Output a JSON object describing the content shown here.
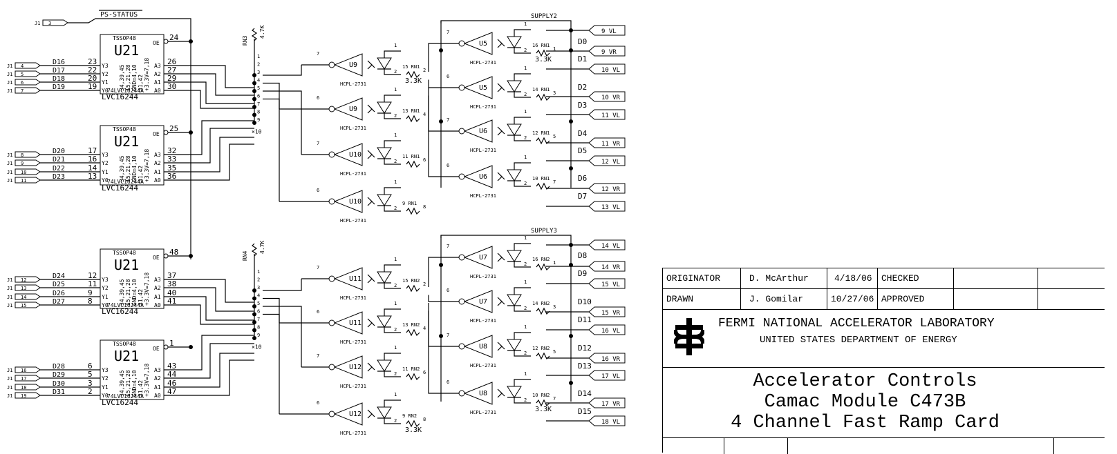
{
  "schematic": {
    "ps_status": "PS-STATUS",
    "j1_status_pin": "3",
    "connector": "J1",
    "supply_top": "SUPPLY2",
    "supply_bottom": "SUPPLY3",
    "rn3": {
      "ref": "RN3",
      "value": "4.7K"
    },
    "rn4": {
      "ref": "RN4",
      "value": "4.7K"
    },
    "buffers": [
      {
        "pkg": "TSSOP48",
        "ref": "U21",
        "part": "74LVC16244A",
        "part2": "LVC16244",
        "oe_pin": "24",
        "pwr": [
          "34,39,45",
          "15,21,28",
          "GND=4,10",
          "31,42",
          "+3.3V=7,18"
        ],
        "in_pins": [
          {
            "j1": "4",
            "sig": "D16",
            "pin": "23"
          },
          {
            "j1": "5",
            "sig": "D17",
            "pin": "22"
          },
          {
            "j1": "6",
            "sig": "D18",
            "pin": "20"
          },
          {
            "j1": "7",
            "sig": "D19",
            "pin": "19"
          }
        ],
        "out_pins": [
          "26",
          "27",
          "29",
          "30"
        ]
      },
      {
        "pkg": "TSSOP48",
        "ref": "U21",
        "part": "74LVC16244A",
        "part2": "LVC16244",
        "oe_pin": "25",
        "pwr": [
          "34,39,45",
          "15,21,28",
          "GND=4,10",
          "31,42",
          "+3.3V=7,18"
        ],
        "in_pins": [
          {
            "j1": "8",
            "sig": "D20",
            "pin": "17"
          },
          {
            "j1": "9",
            "sig": "D21",
            "pin": "16"
          },
          {
            "j1": "10",
            "sig": "D22",
            "pin": "14"
          },
          {
            "j1": "11",
            "sig": "D23",
            "pin": "13"
          }
        ],
        "out_pins": [
          "32",
          "33",
          "35",
          "36"
        ]
      },
      {
        "pkg": "TSSOP48",
        "ref": "U21",
        "part": "74LVC16244A",
        "part2": "LVC16244",
        "oe_pin": "48",
        "pwr": [
          "34,39,45",
          "15,21,28",
          "GND=4,10",
          "31,42",
          "+3.3V=7,18"
        ],
        "in_pins": [
          {
            "j1": "12",
            "sig": "D24",
            "pin": "12"
          },
          {
            "j1": "13",
            "sig": "D25",
            "pin": "11"
          },
          {
            "j1": "14",
            "sig": "D26",
            "pin": "9"
          },
          {
            "j1": "15",
            "sig": "D27",
            "pin": "8"
          }
        ],
        "out_pins": [
          "37",
          "38",
          "40",
          "41"
        ]
      },
      {
        "pkg": "TSSOP48",
        "ref": "U21",
        "part": "74LVC16244A",
        "part2": "LVC16244",
        "oe_pin": "1",
        "pwr": [
          "34,39,45",
          "15,21,28",
          "GND=4,10",
          "31,42",
          "+3.3V=7,18"
        ],
        "in_pins": [
          {
            "j1": "16",
            "sig": "D28",
            "pin": "6"
          },
          {
            "j1": "17",
            "sig": "D29",
            "pin": "5"
          },
          {
            "j1": "18",
            "sig": "D30",
            "pin": "3"
          },
          {
            "j1": "19",
            "sig": "D31",
            "pin": "2"
          }
        ],
        "out_pins": [
          "43",
          "44",
          "46",
          "47"
        ]
      }
    ],
    "oe_label": "OE",
    "port_labels": [
      "Y3",
      "Y2",
      "Y1",
      "Y0",
      "A3",
      "A2",
      "A1",
      "A0"
    ],
    "optos": [
      {
        "ref": "U9",
        "pin": "7",
        "rn": "15 RN1",
        "rnpin": "2",
        "val": "3.3K"
      },
      {
        "ref": "U9",
        "pin": "6",
        "rn": "13 RN1",
        "rnpin": "4",
        "val": ""
      },
      {
        "ref": "U10",
        "pin": "7",
        "rn": "11 RN1",
        "rnpin": "6",
        "val": ""
      },
      {
        "ref": "U10",
        "pin": "6",
        "rn": "9 RN1",
        "rnpin": "8",
        "val": ""
      },
      {
        "ref": "U11",
        "pin": "7",
        "rn": "15 RN2",
        "rnpin": "2",
        "val": ""
      },
      {
        "ref": "U11",
        "pin": "6",
        "rn": "13 RN2",
        "rnpin": "4",
        "val": ""
      },
      {
        "ref": "U12",
        "pin": "7",
        "rn": "11 RN2",
        "rnpin": "6",
        "val": ""
      },
      {
        "ref": "U12",
        "pin": "6",
        "rn": "9 RN2",
        "rnpin": "8",
        "val": "3.3K"
      }
    ],
    "optos_right": [
      {
        "ref": "U5",
        "pin": "7",
        "rn": "16 RN1",
        "rnpin": "1",
        "val": "3.3K"
      },
      {
        "ref": "U5",
        "pin": "6",
        "rn": "14 RN1",
        "rnpin": "3",
        "val": ""
      },
      {
        "ref": "U6",
        "pin": "7",
        "rn": "12 RN1",
        "rnpin": "5",
        "val": ""
      },
      {
        "ref": "U6",
        "pin": "6",
        "rn": "10 RN1",
        "rnpin": "7",
        "val": ""
      },
      {
        "ref": "U7",
        "pin": "7",
        "rn": "16 RN2",
        "rnpin": "1",
        "val": ""
      },
      {
        "ref": "U7",
        "pin": "6",
        "rn": "14 RN2",
        "rnpin": "3",
        "val": ""
      },
      {
        "ref": "U8",
        "pin": "7",
        "rn": "12 RN2",
        "rnpin": "5",
        "val": ""
      },
      {
        "ref": "U8",
        "pin": "6",
        "rn": "10 RN2",
        "rnpin": "7",
        "val": "3.3K"
      }
    ],
    "opto_part": "HCPL-2731",
    "d_labels": [
      "D0",
      "D1",
      "D2",
      "D3",
      "D4",
      "D5",
      "D6",
      "D7",
      "D8",
      "D9",
      "D10",
      "D11",
      "D12",
      "D13",
      "D14",
      "D15"
    ],
    "flags": [
      "9 VL",
      "9 VR",
      "10 VL",
      "10 VR",
      "11 VL",
      "11 VR",
      "12 VL",
      "12 VR",
      "13 VL",
      "14 VL",
      "14 VR",
      "15 VL",
      "15 VR",
      "16 VL",
      "16 VR",
      "17 VL",
      "17 VR",
      "18 VL"
    ],
    "bus_pins": [
      "1",
      "2",
      "3",
      "4",
      "5",
      "6",
      "7",
      "8",
      "9",
      "10"
    ]
  },
  "title_block": {
    "originator_label": "ORIGINATOR",
    "originator_name": "D. McArthur",
    "originator_date": "4/18/06",
    "checked_label": "CHECKED",
    "drawn_label": "DRAWN",
    "drawn_name": "J. Gomilar",
    "drawn_date": "10/27/06",
    "approved_label": "APPROVED",
    "lab_name": "FERMI NATIONAL ACCELERATOR LABORATORY",
    "lab_dept": "UNITED STATES DEPARTMENT OF ENERGY",
    "project_line1": "Accelerator Controls",
    "project_line2": "Camac Module C473B",
    "project_line3": "4 Channel Fast Ramp Card",
    "logo_icon": "fermilab-logo-icon"
  }
}
